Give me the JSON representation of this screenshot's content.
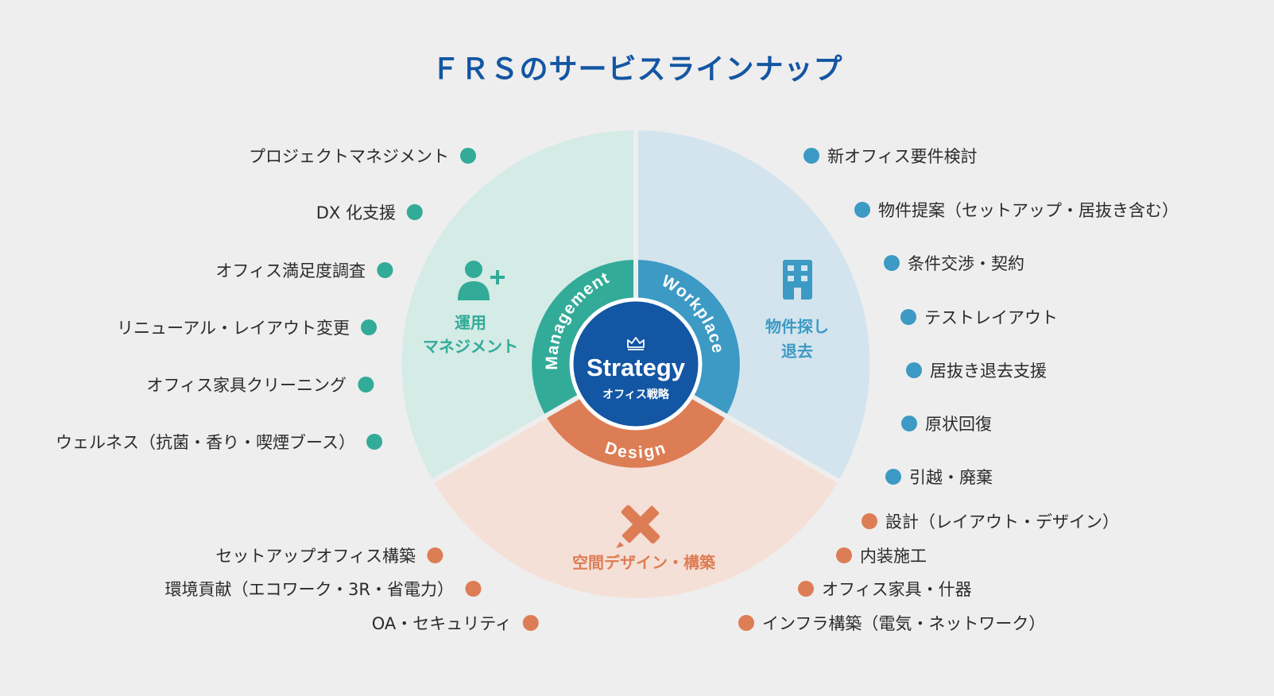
{
  "title": "ＦＲＳのサービスラインナップ",
  "colors": {
    "background": "#eeeeee",
    "title": "#1356a3",
    "teal": "#32ab98",
    "teal_light": "#d4ebe6",
    "blue": "#3c9ac4",
    "blue_light": "#d3e4ee",
    "orange": "#dd7d55",
    "orange_light": "#f5e0d8",
    "center": "#1356a3"
  },
  "center": {
    "label": "Strategy",
    "sublabel": "オフィス戦略",
    "icon": "crown-icon"
  },
  "ring": {
    "management": "Management",
    "workplace": "Workplace",
    "design": "Design"
  },
  "segments": {
    "management": {
      "line1": "運用",
      "line2": "マネジメント",
      "icon": "add-user-icon"
    },
    "workplace": {
      "line1": "物件探し",
      "line2": "退去",
      "icon": "building-icon"
    },
    "design": {
      "line1": "空間デザイン・構築",
      "icon": "pencil-ruler-icon"
    }
  },
  "management_items": [
    "プロジェクトマネジメント",
    "DX 化支援",
    "オフィス満足度調査",
    "リニューアル・レイアウト変更",
    "オフィス家具クリーニング",
    "ウェルネス（抗菌・香り・喫煙ブース）"
  ],
  "workplace_items": [
    "新オフィス要件検討",
    "物件提案（セットアップ・居抜き含む）",
    "条件交渉・契約",
    "テストレイアウト",
    "居抜き退去支援",
    "原状回復",
    "引越・廃棄"
  ],
  "design_items_right": [
    "設計（レイアウト・デザイン）",
    "内装施工",
    "オフィス家具・什器",
    "インフラ構築（電気・ネットワーク）"
  ],
  "design_items_left": [
    "セットアップオフィス構築",
    "環境貢献（エコワーク・3R・省電力）",
    "OA・セキュリティ"
  ]
}
